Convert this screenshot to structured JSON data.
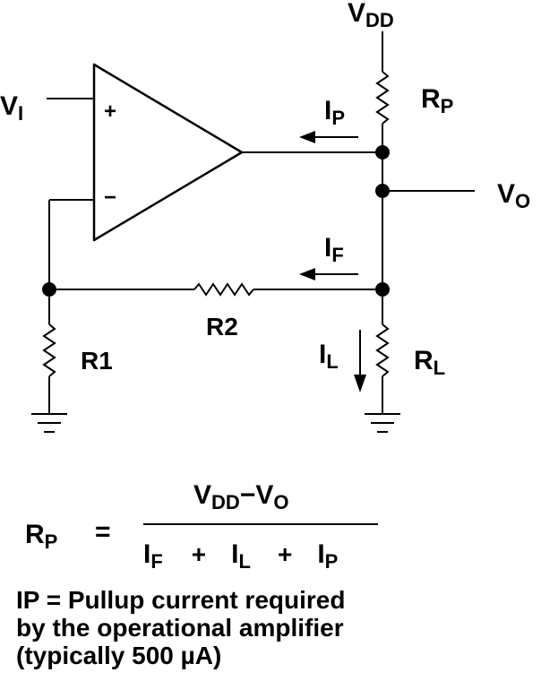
{
  "circuit": {
    "vdd": {
      "main": "V",
      "sub": "DD"
    },
    "vi": {
      "main": "V",
      "sub": "I"
    },
    "vo": {
      "main": "V",
      "sub": "O"
    },
    "rp": {
      "main": "R",
      "sub": "P"
    },
    "ip": {
      "main": "I",
      "sub": "P"
    },
    "if": {
      "main": "I",
      "sub": "F"
    },
    "il": {
      "main": "I",
      "sub": "L"
    },
    "rl": {
      "main": "R",
      "sub": "L"
    },
    "r1": "R1",
    "r2": "R2",
    "plus": "+",
    "minus": "−"
  },
  "formula": {
    "lhs": {
      "main": "R",
      "sub": "P"
    },
    "equals": "=",
    "numerator": {
      "a_main": "V",
      "a_sub": "DD",
      "minus": "−",
      "b_main": "V",
      "b_sub": "O"
    },
    "denominator": {
      "t1_main": "I",
      "t1_sub": "F",
      "plus1": "+",
      "t2_main": "I",
      "t2_sub": "L",
      "plus2": "+",
      "t3_main": "I",
      "t3_sub": "P"
    }
  },
  "note": {
    "line1": "IP = Pullup current required",
    "line2": "by the operational  amplifier",
    "line3": "(typically 500 µA)"
  }
}
